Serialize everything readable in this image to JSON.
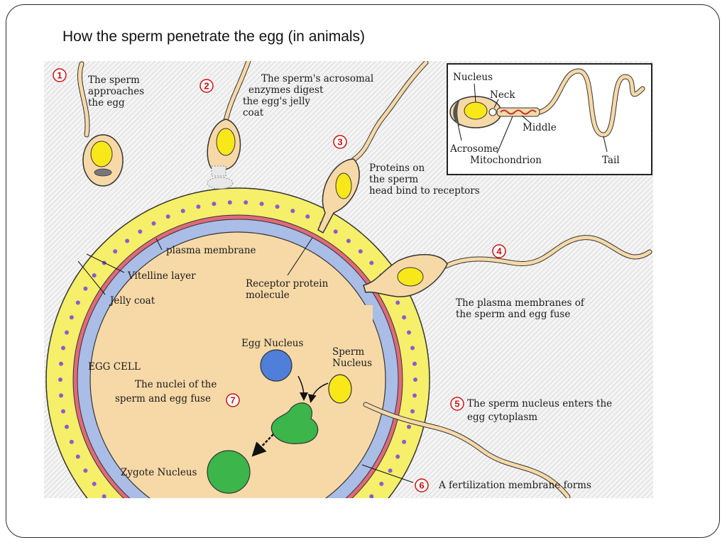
{
  "slide": {
    "title": "How the sperm penetrate the egg (in animals)"
  },
  "colors": {
    "background_hatch": "#d9d9d9",
    "jelly_coat": "#f5ef6a",
    "egg_cytoplasm": "#f7d9a8",
    "vitelline_layer": "#a9bde6",
    "plasma_membrane": "#e06a7a",
    "sperm_body": "#f7d9a8",
    "sperm_nucleus": "#f8e81a",
    "egg_nucleus": "#4f7fd8",
    "zygote": "#3cb54a",
    "receptor_dots": "#8a5ad0",
    "step_number": "#cc1111"
  },
  "steps": [
    {
      "number": "1",
      "lines": [
        "The sperm",
        "approaches",
        "the egg"
      ]
    },
    {
      "number": "2",
      "lines": [
        "The sperm's acrosomal",
        "enzymes digest",
        "the egg's jelly",
        "coat"
      ]
    },
    {
      "number": "3",
      "lines": [
        "Proteins on",
        "the sperm",
        "head bind to receptors"
      ]
    },
    {
      "number": "4",
      "lines": [
        "The plasma membranes of",
        "the sperm and egg fuse"
      ]
    },
    {
      "number": "5",
      "lines": [
        "The sperm nucleus enters the",
        "egg cytoplasm"
      ]
    },
    {
      "number": "6",
      "lines": [
        "A fertilization membrane forms"
      ]
    },
    {
      "number": "7",
      "lines": [
        "The nuclei of the",
        "sperm and egg fuse"
      ]
    }
  ],
  "labels": {
    "plasma_membrane": "plasma membrane",
    "vitelline_layer": "Vitelline layer",
    "jelly_coat": "Jelly coat",
    "receptor_protein": [
      "Receptor protein",
      "molecule"
    ],
    "egg_cell": "EGG CELL",
    "egg_nucleus": "Egg Nucleus",
    "sperm_nucleus": [
      "Sperm",
      "Nucleus"
    ],
    "zygote_nucleus": "Zygote Nucleus"
  },
  "inset": {
    "nucleus": "Nucleus",
    "neck": "Neck",
    "middle": "Middle",
    "acrosome": "Acrosome",
    "mitochondrion": "Mitochondrion",
    "tail": "Tail"
  }
}
